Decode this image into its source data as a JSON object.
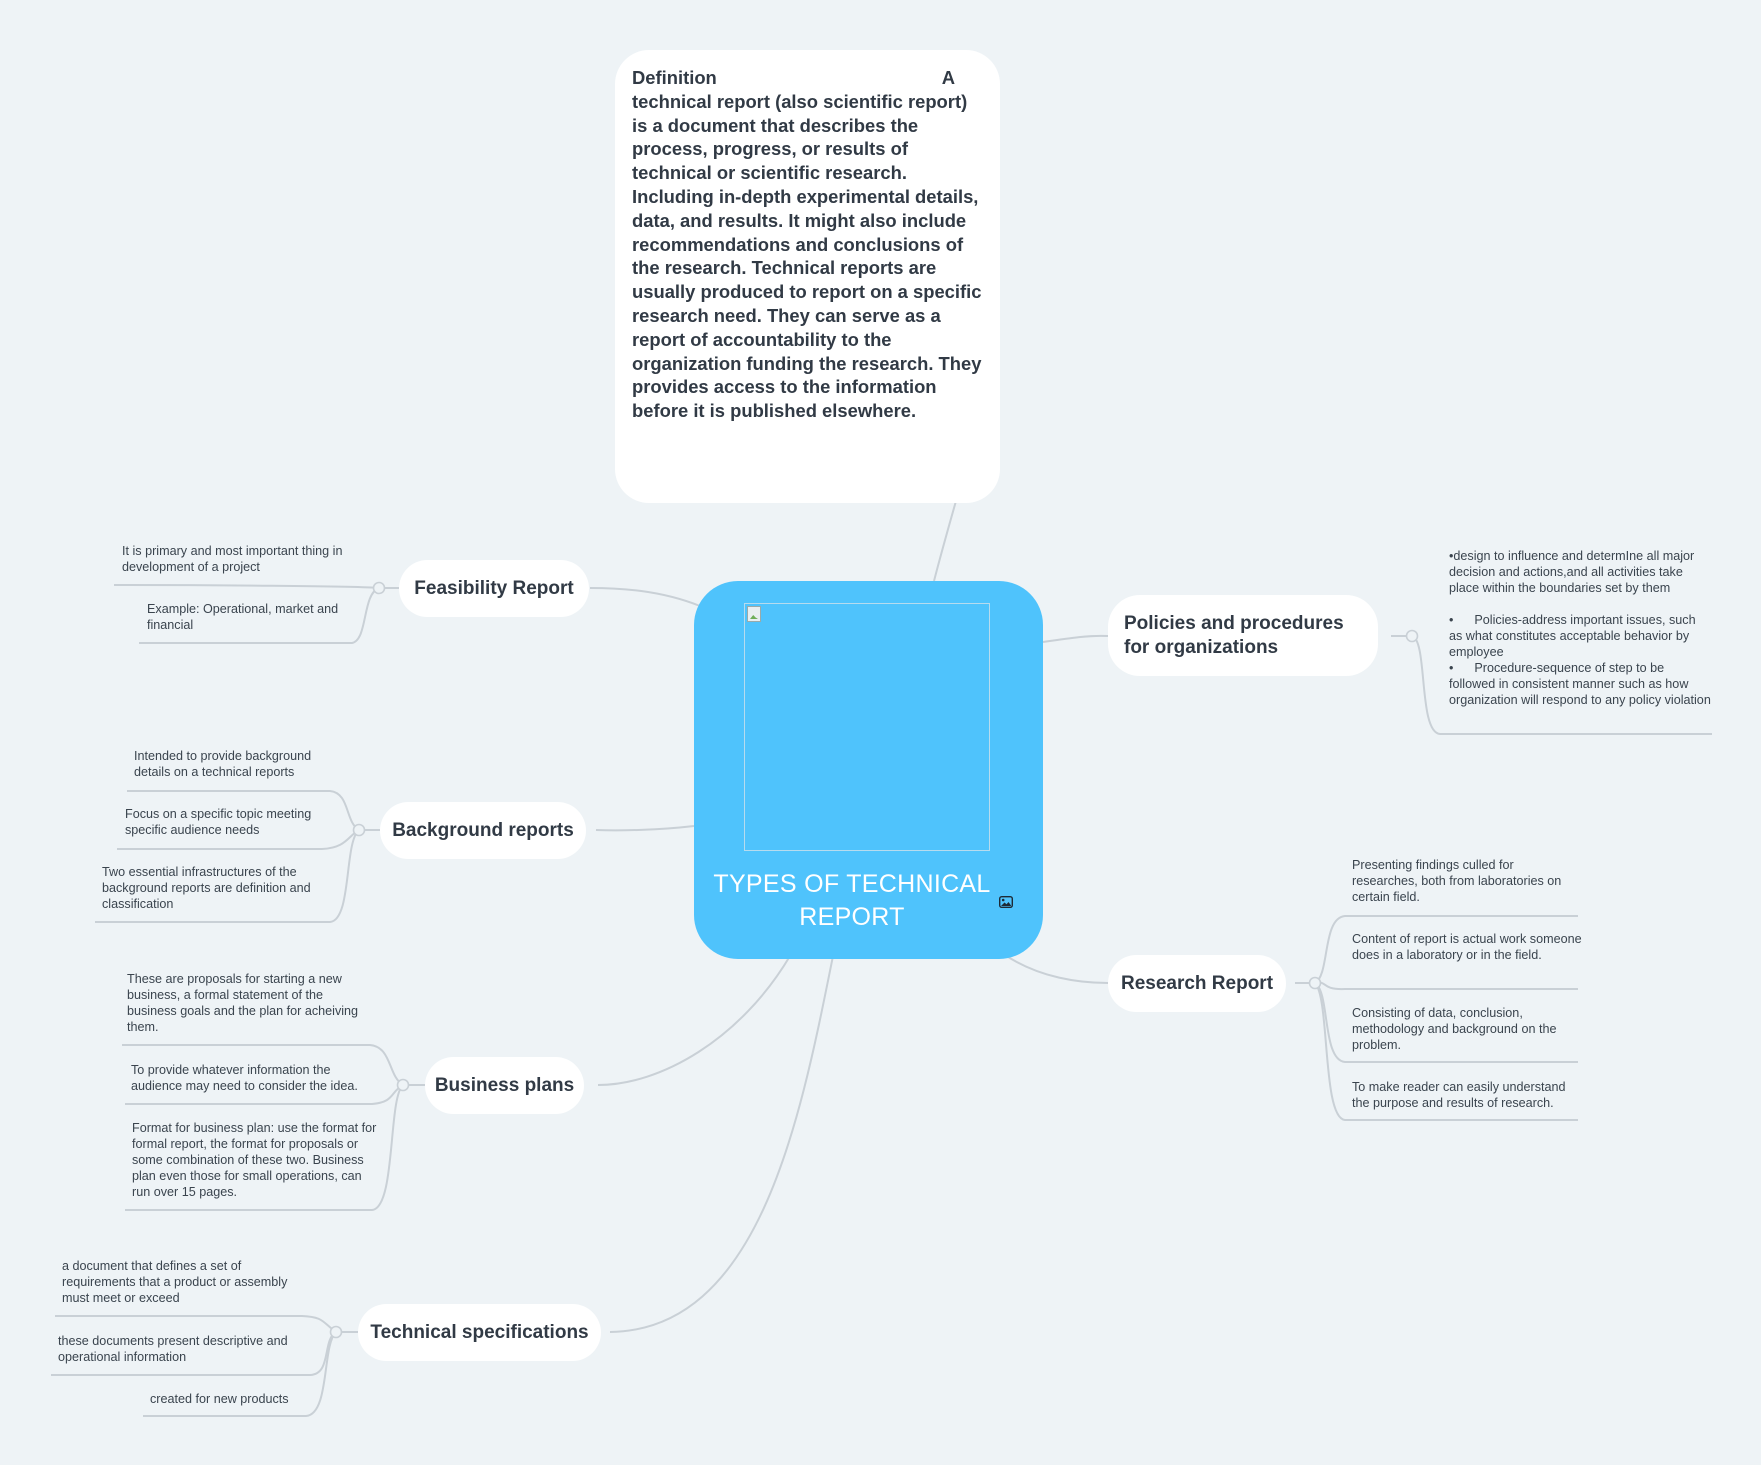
{
  "central": {
    "title": "TYPES OF TECHNICAL REPORT",
    "image_icon": "image-icon",
    "color": "#4fc3fc"
  },
  "definition": {
    "heading": "Definition",
    "lead": "A",
    "body": "technical report (also scientific report) is a document that describes the process, progress, or results of technical or scientific research. Including in-depth experimental details, data, and results. It might also include recommendations and conclusions of the research. Technical reports are usually produced to report on a specific research need. They can serve as a report of accountability to the organization funding the research. They provides access to the information before it is published elsewhere."
  },
  "feasibility": {
    "label": "Feasibility Report",
    "items": [
      "It is primary and most important thing in development of a project",
      "Example: Operational, market and financial"
    ]
  },
  "background": {
    "label": "Background reports",
    "items": [
      "Intended to provide background details on a technical reports",
      "Focus on a specific topic meeting specific audience needs",
      "Two essential infrastructures of the background reports are definition and classification"
    ]
  },
  "business": {
    "label": "Business plans",
    "items": [
      "These are proposals for starting a new business, a formal statement of the business goals and the plan for acheiving them.",
      "To provide whatever information the audience may need to consider the idea.",
      "Format for business plan: use the format for formal report,  the format for proposals or some combination of these two. Business plan even those for small operations, can run over 15 pages."
    ]
  },
  "techspec": {
    "label": "Technical specifications",
    "items": [
      "a document that defines a set of requirements that a product or assembly must meet or exceed",
      "these documents present descriptive and operational information",
      "created for new products"
    ]
  },
  "policies": {
    "label": "Policies and procedures for organizations",
    "items": [
      "•design to influence and determIne all major decision and actions,and all activities take place within the boundaries set by them",
      "•      Policies-address important issues, such as what constitutes acceptable behavior by employee",
      "•      Procedure-sequence of step to be followed in consistent manner such as how organization will respond to any policy violation"
    ]
  },
  "research": {
    "label": "Research Report",
    "items": [
      "Presenting findings culled for researches, both from laboratories on certain field.",
      "Content of report is actual work someone does in a laboratory or in the field.",
      "Consisting of data, conclusion, methodology and background on the problem.",
      "To make reader can easily understand the purpose and results of research."
    ]
  }
}
